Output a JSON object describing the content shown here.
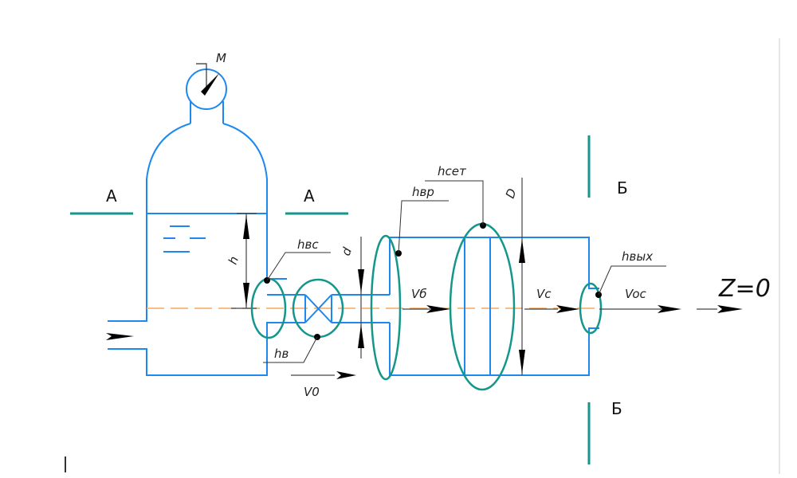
{
  "diagram": {
    "title": "Hydraulic system scheme: tank with manometer, suction pipe, valve, pipe expansion, mesh filter, outlet nozzle",
    "section_labels": {
      "a_left": "А",
      "a_right": "А",
      "b_top": "Б",
      "b_bottom": "Б"
    },
    "gauge_label": "М",
    "dimension_labels": {
      "level_height": "h",
      "pipe_diameter": "d",
      "tank_diameter": "D"
    },
    "loss_labels": {
      "inlet": "hвс",
      "valve": "hв",
      "sudden_expansion": "hвр",
      "mesh": "hсет",
      "outlet": "hвых"
    },
    "velocity_labels": {
      "v0": "V0",
      "vb": "Vб",
      "vc": "Vc",
      "voc": "Voc"
    },
    "datum_label": "Z=0",
    "colors": {
      "pipe": "#1e88f0",
      "loss_ellipse": "#14968c",
      "axis": "#f5a85a",
      "dimension": "#444444"
    }
  }
}
